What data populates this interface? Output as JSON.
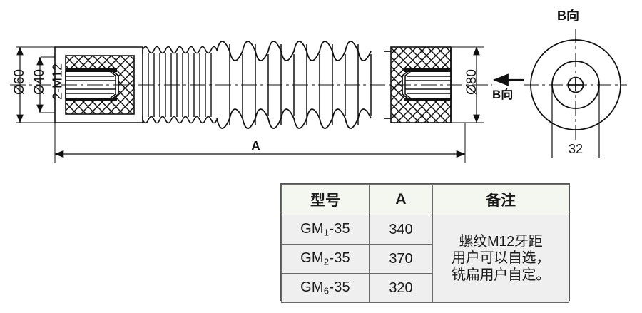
{
  "drawing": {
    "title_hidden": "",
    "main_view": {
      "dimensions": {
        "outer_diameter": "Ø60",
        "inner_diameter": "Ø40",
        "thread": "2-M12",
        "flange_diameter": "Ø80",
        "length": "A"
      },
      "parts": {
        "left_fitting": "left-metal-fitting",
        "right_fitting": "right-metal-fitting",
        "small_ribs": "small-rib-section",
        "large_sheds": "large-shed-section"
      }
    },
    "end_view": {
      "label": "B向",
      "arrow_label": "B向",
      "width_dimension": "32"
    }
  },
  "table": {
    "columns": [
      "型号",
      "A",
      "备注"
    ],
    "rows": [
      {
        "model_prefix": "GM",
        "model_sub": "1",
        "model_suffix": "-35",
        "a": "340"
      },
      {
        "model_prefix": "GM",
        "model_sub": "2",
        "model_suffix": "-35",
        "a": "370"
      },
      {
        "model_prefix": "GM",
        "model_sub": "6",
        "model_suffix": "-35",
        "a": "320"
      }
    ],
    "remark_lines": [
      "螺纹M12牙距",
      "用户可以自选，",
      "铣扁用户自定。"
    ]
  },
  "colors": {
    "line": "#111111",
    "table_header_bg": "#f4f7ef",
    "table_body_bg": "#efefef",
    "table_border": "#6a6a6a",
    "page_bg": "#ffffff"
  }
}
